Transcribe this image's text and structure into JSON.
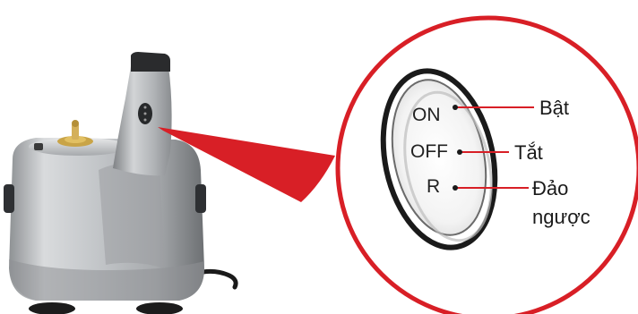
{
  "switch_positions": {
    "on": "ON",
    "off": "OFF",
    "reverse": "R"
  },
  "callouts": {
    "on_label": "Bật",
    "off_label": "Tắt",
    "reverse_label_line1": "Đảo",
    "reverse_label_line2": "ngược"
  },
  "colors": {
    "callout_red": "#d81f26",
    "body_silver": "#b9bcbf",
    "body_dark": "#3b3d40",
    "base_black": "#1c1c1c"
  },
  "icons": {
    "appliance": "slow-juicer-icon",
    "switch": "rotary-switch-icon"
  }
}
